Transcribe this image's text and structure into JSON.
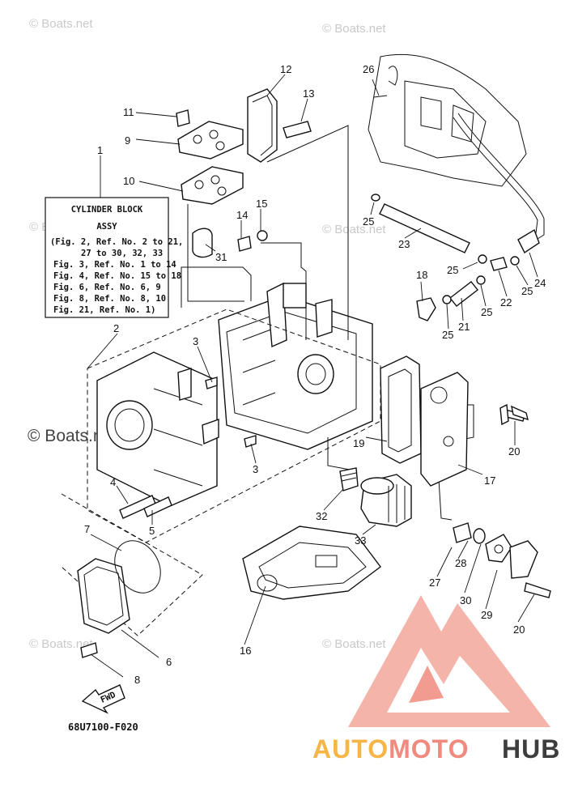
{
  "watermark": "© Boats.net",
  "spec_box": {
    "title": "CYLINDER BLOCK",
    "subtitle": "ASSY",
    "lines": [
      "(Fig. 2, Ref. No. 2 to 21,",
      "27 to 30, 32, 33",
      "Fig. 3, Ref. No. 1 to 14",
      "Fig. 4, Ref. No. 15 to 18",
      "Fig. 6, Ref. No. 6, 9",
      "Fig. 8, Ref. No. 8, 10",
      "Fig. 21, Ref. No. 1)"
    ]
  },
  "callouts": [
    "1",
    "2",
    "3",
    "3",
    "4",
    "5",
    "6",
    "7",
    "8",
    "9",
    "10",
    "11",
    "12",
    "13",
    "14",
    "15",
    "16",
    "17",
    "18",
    "19",
    "20",
    "20",
    "21",
    "22",
    "23",
    "24",
    "25",
    "25",
    "25",
    "25",
    "25",
    "26",
    "27",
    "28",
    "29",
    "30",
    "31",
    "32",
    "33"
  ],
  "direction_label": "FWD",
  "diagram_code": "68U7100-F020",
  "logo": {
    "word_part1": "AUTOMOTO",
    "word_part2": "HUB",
    "color_primary": "#f08a7e",
    "color_accent": "#f5b547",
    "color_dark": "#3d3d3d"
  }
}
